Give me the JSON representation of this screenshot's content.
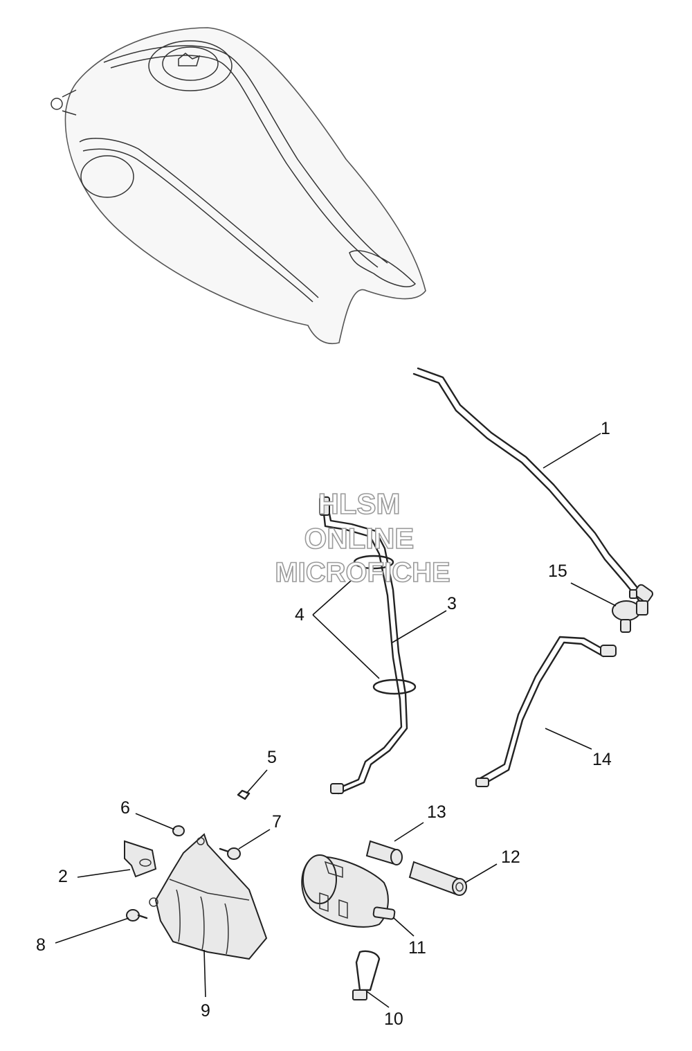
{
  "watermark": {
    "line1": "HLSM",
    "line2": "ONLINE",
    "line3": "MICROFICHE"
  },
  "callouts": [
    {
      "id": "1",
      "label": "1"
    },
    {
      "id": "2",
      "label": "2"
    },
    {
      "id": "3",
      "label": "3"
    },
    {
      "id": "4",
      "label": "4"
    },
    {
      "id": "5",
      "label": "5"
    },
    {
      "id": "6",
      "label": "6"
    },
    {
      "id": "7",
      "label": "7"
    },
    {
      "id": "8",
      "label": "8"
    },
    {
      "id": "9",
      "label": "9"
    },
    {
      "id": "10",
      "label": "10"
    },
    {
      "id": "11",
      "label": "11"
    },
    {
      "id": "12",
      "label": "12"
    },
    {
      "id": "13",
      "label": "13"
    },
    {
      "id": "14",
      "label": "14"
    },
    {
      "id": "15",
      "label": "15"
    }
  ]
}
